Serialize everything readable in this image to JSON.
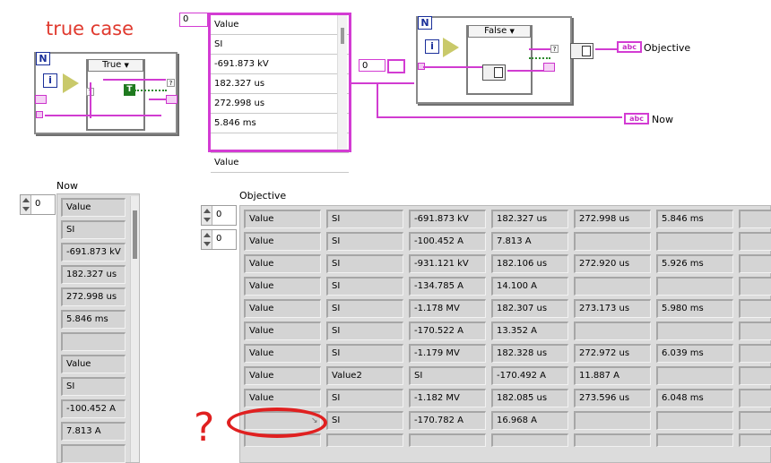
{
  "annotation": {
    "case_title": "true case",
    "question_mark": "?"
  },
  "diagram": {
    "loop1": {
      "n_label": "N",
      "i_label": "i",
      "case_value": "True",
      "t_label": "T"
    },
    "loop2": {
      "n_label": "N",
      "i_label": "i",
      "case_value": "False"
    },
    "array_constant": {
      "index": "0",
      "elements": [
        "Value",
        "SI",
        "-691.873 kV",
        "182.327 us",
        "272.998 us",
        "5.846 ms",
        "",
        "Value"
      ]
    },
    "loop2_index": "0",
    "indicator_objective": "Objective",
    "indicator_now": "Now",
    "string_glyph": "abc"
  },
  "now_array": {
    "label": "Now",
    "index": "0",
    "elements": [
      "Value",
      "SI",
      "-691.873 kV",
      "182.327 us",
      "272.998 us",
      "5.846 ms",
      "",
      "Value",
      "SI",
      "-100.452 A",
      "7.813 A",
      ""
    ]
  },
  "objective_array": {
    "label": "Objective",
    "row_index": "0",
    "col_index": "0",
    "rows": [
      [
        "Value",
        "SI",
        "-691.873 kV",
        "182.327 us",
        "272.998 us",
        "5.846 ms",
        ""
      ],
      [
        "Value",
        "SI",
        "-100.452 A",
        "7.813 A",
        "",
        "",
        ""
      ],
      [
        "Value",
        "SI",
        "-931.121 kV",
        "182.106 us",
        "272.920 us",
        "5.926 ms",
        ""
      ],
      [
        "Value",
        "SI",
        "-134.785 A",
        "14.100 A",
        "",
        "",
        ""
      ],
      [
        "Value",
        "SI",
        "-1.178 MV",
        "182.307 us",
        "273.173 us",
        "5.980 ms",
        ""
      ],
      [
        "Value",
        "SI",
        "-170.522 A",
        "13.352 A",
        "",
        "",
        ""
      ],
      [
        "Value",
        "SI",
        "-1.179 MV",
        "182.328 us",
        "272.972 us",
        "6.039 ms",
        ""
      ],
      [
        "Value",
        "Value2",
        "SI",
        "-170.492 A",
        "11.887 A",
        "",
        ""
      ],
      [
        "Value",
        "SI",
        "-1.182 MV",
        "182.085 us",
        "273.596 us",
        "6.048 ms",
        ""
      ],
      [
        "",
        "SI",
        "-170.782 A",
        "16.968 A",
        "",
        "",
        ""
      ],
      [
        "",
        "",
        "",
        "",
        "",
        "",
        ""
      ]
    ]
  }
}
